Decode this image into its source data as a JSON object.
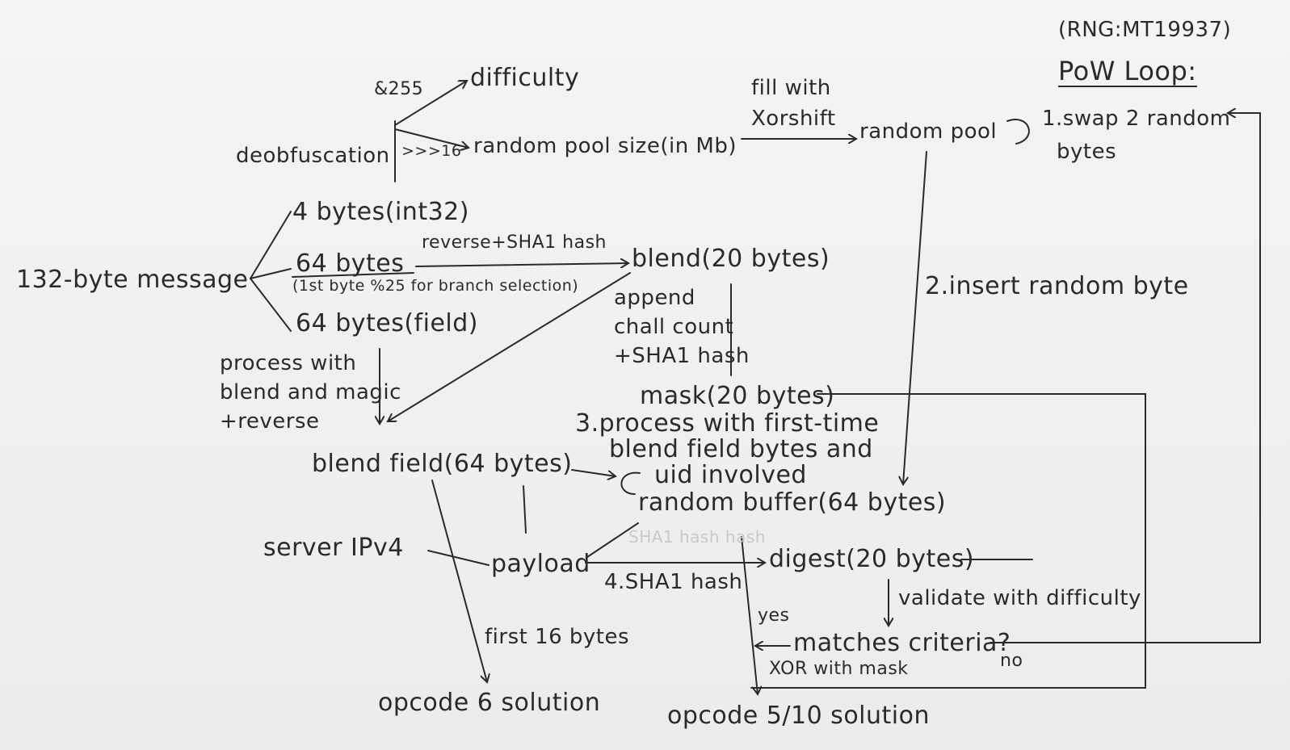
{
  "header": {
    "rng": "(RNG:MT19937)",
    "pow_loop": "PoW Loop:"
  },
  "nodes": {
    "message": "132-byte message",
    "int32": "4 bytes(int32)",
    "bytes64": "64 bytes",
    "branch_note": "(1st byte %25 for branch selection)",
    "field": "64 bytes(field)",
    "deobf": "deobfuscation",
    "and255": "&255",
    "difficulty": "difficulty",
    "shift16": ">>>16",
    "pool_size": "random pool size(in Mb)",
    "fill_with": "fill with",
    "xorshift": "Xorshift",
    "random_pool": "random pool",
    "step1_line1": "1.swap 2 random",
    "step1_line2": "bytes",
    "reverse_sha1": "reverse+SHA1 hash",
    "blend": "blend(20 bytes)",
    "append": "append",
    "chall_count": "chall count",
    "sha1_hash_plus": "+SHA1 hash",
    "step2": "2.insert random byte",
    "mask": "mask(20 bytes)",
    "process_with": "process with",
    "blend_and_magic": "blend and magic",
    "reverse": "+reverse",
    "blend_field": "blend field(64 bytes)",
    "step3_line1": "3.process with first-time",
    "step3_line2": "blend field bytes and",
    "step3_line3": "uid involved",
    "random_buffer": "random buffer(64 bytes)",
    "server_ipv4": "server IPv4",
    "payload": "payload",
    "digest": "digest(20 bytes)",
    "step4": "4.SHA1 hash",
    "validate": "validate with difficulty",
    "yes": "yes",
    "matches": "matches criteria?",
    "no": "no",
    "xor_mask": "XOR with mask",
    "first16": "first 16 bytes",
    "opcode6": "opcode 6 solution",
    "opcode510": "opcode 5/10 solution",
    "ghost_sha1": "SHA1 hash hash"
  }
}
